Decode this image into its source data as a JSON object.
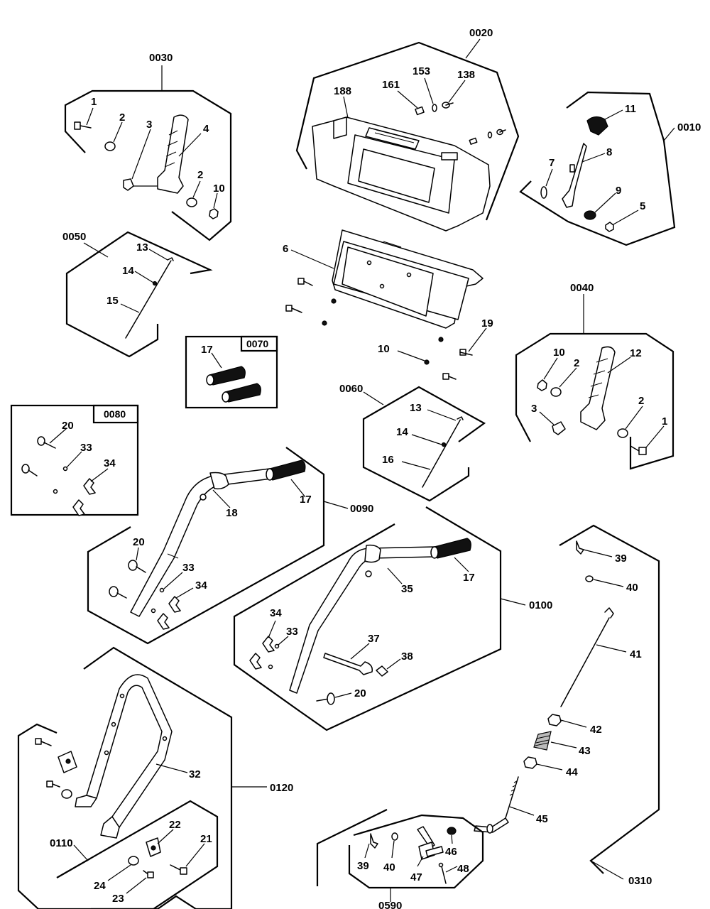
{
  "groups": {
    "g0010": "0010",
    "g0020": "0020",
    "g0030": "0030",
    "g0040": "0040",
    "g0050": "0050",
    "g0060": "0060",
    "g0070": "0070",
    "g0080": "0080",
    "g0090": "0090",
    "g0100": "0100",
    "g0110": "0110",
    "g0120": "0120",
    "g0310": "0310",
    "g0590": "0590"
  },
  "callouts": {
    "c1": "1",
    "c2": "2",
    "c3": "3",
    "c4": "4",
    "c5": "5",
    "c6": "6",
    "c7": "7",
    "c8": "8",
    "c9": "9",
    "c10": "10",
    "c11": "11",
    "c12": "12",
    "c13": "13",
    "c14": "14",
    "c15": "15",
    "c16": "16",
    "c17": "17",
    "c18": "18",
    "c19": "19",
    "c20": "20",
    "c21": "21",
    "c22": "22",
    "c23": "23",
    "c24": "24",
    "c32": "32",
    "c33": "33",
    "c34": "34",
    "c35": "35",
    "c37": "37",
    "c38": "38",
    "c39": "39",
    "c40": "40",
    "c41": "41",
    "c42": "42",
    "c43": "43",
    "c44": "44",
    "c45": "45",
    "c46": "46",
    "c47": "47",
    "c48": "48",
    "c138": "138",
    "c153": "153",
    "c161": "161",
    "c188": "188"
  }
}
